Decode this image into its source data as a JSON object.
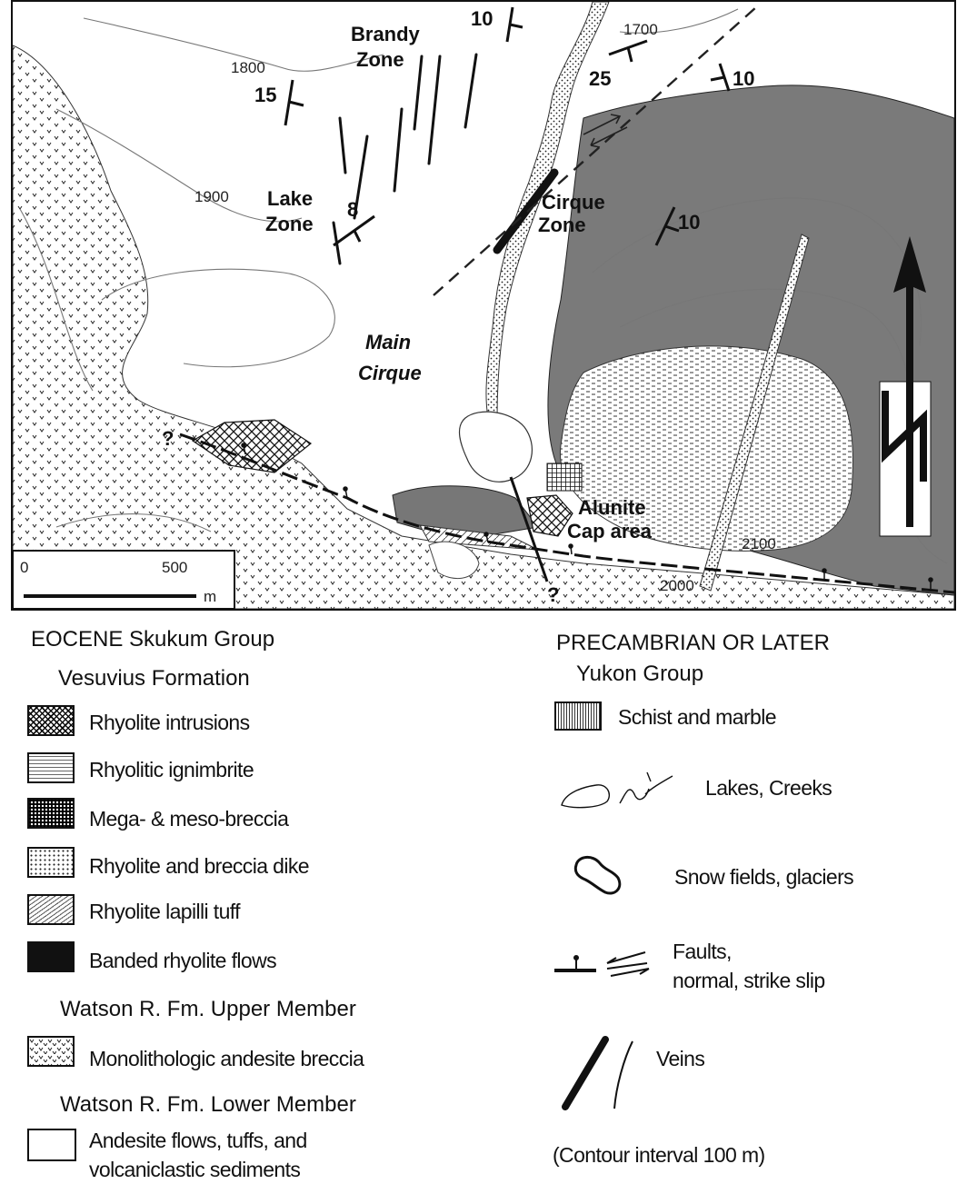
{
  "map": {
    "zones": {
      "brandy": [
        "Brandy",
        "Zone"
      ],
      "lake": [
        "Lake",
        "Zone"
      ],
      "cirque": [
        "Cirque",
        "Zone"
      ],
      "main_cirque": [
        "Main",
        "Cirque"
      ],
      "alunite": [
        "Alunite",
        "Cap area"
      ]
    },
    "contours": [
      "1800",
      "1900",
      "1700",
      "2100",
      "2000"
    ],
    "dips": [
      "15",
      "8",
      "10",
      "25",
      "10",
      "10"
    ],
    "question_marks": [
      "?",
      "?"
    ],
    "scale": {
      "zero": "0",
      "five_hundred": "500",
      "unit": "m"
    },
    "north_arrow": "N"
  },
  "legend_left": {
    "era": "EOCENE  Skukum Group",
    "formation": "Vesuvius Formation",
    "items": [
      {
        "label": "Rhyolite intrusions",
        "pattern": "crosshatch"
      },
      {
        "label": "Rhyolitic ignimbrite",
        "pattern": "dashes"
      },
      {
        "label": "Mega- & meso-breccia",
        "pattern": "dense-grid"
      },
      {
        "label": "Rhyolite and breccia dike",
        "pattern": "dots"
      },
      {
        "label": "Rhyolite lapilli tuff",
        "pattern": "diagonal"
      },
      {
        "label": "Banded rhyolite flows",
        "pattern": "solid-black"
      }
    ],
    "upper_member": "Watson R. Fm. Upper Member",
    "upper_items": [
      {
        "label": "Monolithologic andesite breccia",
        "pattern": "v-marks"
      }
    ],
    "lower_member": "Watson R. Fm. Lower Member",
    "lower_items": [
      {
        "label_line1": "Andesite flows, tuffs, and",
        "label_line2": "volcaniclastic sediments",
        "pattern": "blank"
      }
    ]
  },
  "legend_right": {
    "era": "PRECAMBRIAN OR LATER",
    "group": "Yukon Group",
    "items": [
      {
        "label": "Schist and marble",
        "symbol": "vertical-stipple"
      },
      {
        "label": "Lakes, Creeks",
        "symbol": "lake-creek"
      },
      {
        "label": "Snow fields, glaciers",
        "symbol": "snow-outline"
      },
      {
        "label_line1": "Faults,",
        "label_line2": "normal, strike slip",
        "symbol": "fault"
      },
      {
        "label": "Veins",
        "symbol": "veins"
      }
    ],
    "contour_note": "(Contour interval 100 m)"
  },
  "colors": {
    "ink": "#111111",
    "dark_unit": "#6f6f6f",
    "paper": "#ffffff"
  }
}
